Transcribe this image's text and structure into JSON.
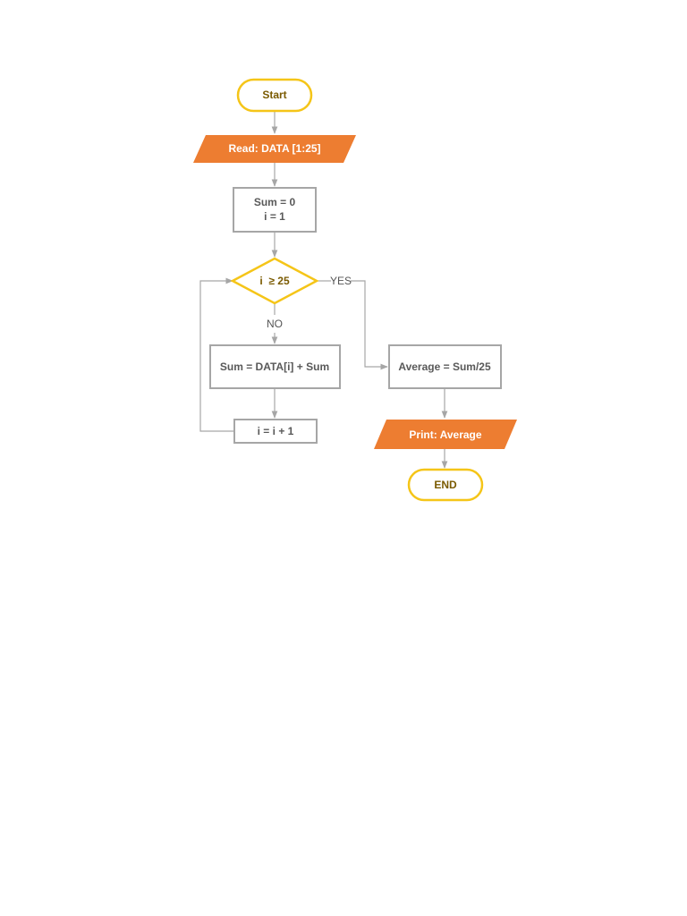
{
  "colors": {
    "terminal_stroke": "#f5c518",
    "terminal_text": "#7a5a00",
    "io_fill": "#ed7d31",
    "io_text": "#ffffff",
    "process_stroke": "#a6a6a6",
    "process_text": "#595959",
    "decision_stroke": "#f5c518",
    "decision_text": "#7a5a00",
    "connector": "#a6a6a6"
  },
  "nodes": {
    "start": {
      "lines": [
        "Start"
      ]
    },
    "read": {
      "lines": [
        "Read: DATA [1:25]"
      ]
    },
    "init": {
      "lines": [
        "Sum = 0",
        "i = 1"
      ]
    },
    "decision": {
      "lines": [
        "i  ≥ 25"
      ]
    },
    "accumulate": {
      "lines": [
        "Sum = DATA[i] + Sum"
      ]
    },
    "increment": {
      "lines": [
        "i = i + 1"
      ]
    },
    "average": {
      "lines": [
        "Average = Sum/25"
      ]
    },
    "print": {
      "lines": [
        "Print: Average"
      ]
    },
    "end": {
      "lines": [
        "END"
      ]
    }
  },
  "edge_labels": {
    "yes": "YES",
    "no": "NO"
  },
  "edges": [
    {
      "from": "start",
      "to": "read"
    },
    {
      "from": "read",
      "to": "init"
    },
    {
      "from": "init",
      "to": "decision"
    },
    {
      "from": "decision",
      "to": "accumulate",
      "label": "NO"
    },
    {
      "from": "decision",
      "to": "average",
      "label": "YES"
    },
    {
      "from": "accumulate",
      "to": "increment"
    },
    {
      "from": "increment",
      "to": "decision"
    },
    {
      "from": "average",
      "to": "print"
    },
    {
      "from": "print",
      "to": "end"
    }
  ]
}
